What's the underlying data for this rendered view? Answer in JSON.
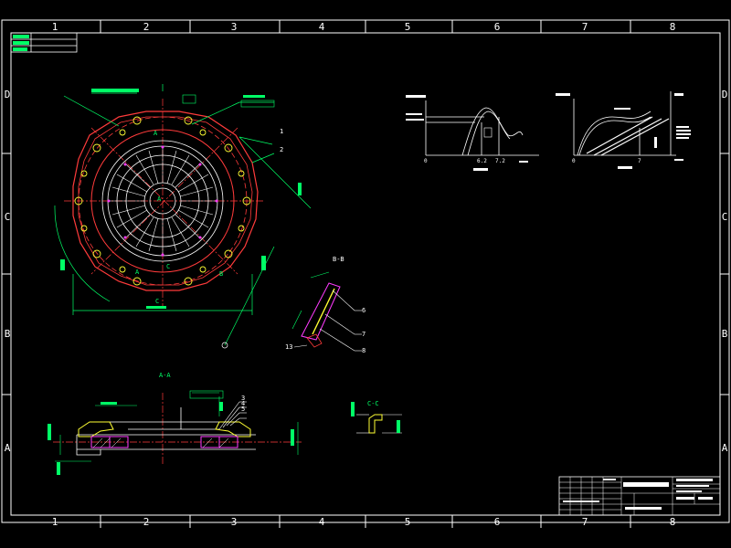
{
  "colors": {
    "background": "#000000",
    "frame": "#ffffff",
    "part": "#ff3b3b",
    "accent": "#ff3bff",
    "dimension": "#00ff66",
    "yellow": "#ffff33",
    "cyan": "#00ffff",
    "white": "#ffffff"
  },
  "ruler": {
    "columns": [
      "1",
      "2",
      "3",
      "4",
      "5",
      "6",
      "7",
      "8"
    ],
    "rows": [
      "D",
      "C",
      "B",
      "A"
    ]
  },
  "views": {
    "section_aa": "A-A",
    "section_bb": "B-B",
    "section_cc": "C-C",
    "marker_a": "A",
    "marker_b": "B",
    "marker_c": "C"
  },
  "balloons": {
    "b1": "1",
    "b2": "2",
    "b3": "3",
    "b4": "4",
    "b5": "5",
    "b6": "6",
    "b7": "7",
    "b8": "8",
    "b13": "13"
  },
  "graph1": {
    "x_ticks": [
      "0",
      "6.2",
      "7.2"
    ]
  },
  "graph2": {
    "x_ticks": [
      "0",
      "7"
    ]
  }
}
